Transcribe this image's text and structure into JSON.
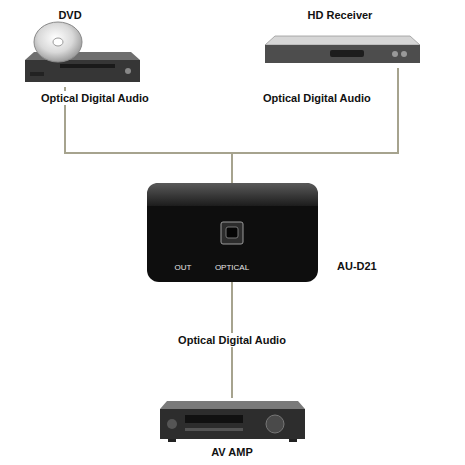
{
  "diagram": {
    "nodes": [
      {
        "text": [
          "DVD"
        ]
      },
      {
        "text": [
          "HD Receiver"
        ]
      },
      {
        "text": [
          "AU-D21"
        ]
      },
      {
        "text": [
          "AV AMP"
        ]
      }
    ],
    "edges": [
      {
        "from": 0,
        "to": 2,
        "label": "Optical Digital Audio",
        "arrow": "none"
      },
      {
        "from": 1,
        "to": 2,
        "label": "Optical Digital Audio",
        "arrow": "none"
      },
      {
        "from": 2,
        "to": 3,
        "label": "Optical Digital Audio",
        "arrow": "none"
      }
    ],
    "labels": [
      "OUT",
      "OPTICAL"
    ]
  }
}
